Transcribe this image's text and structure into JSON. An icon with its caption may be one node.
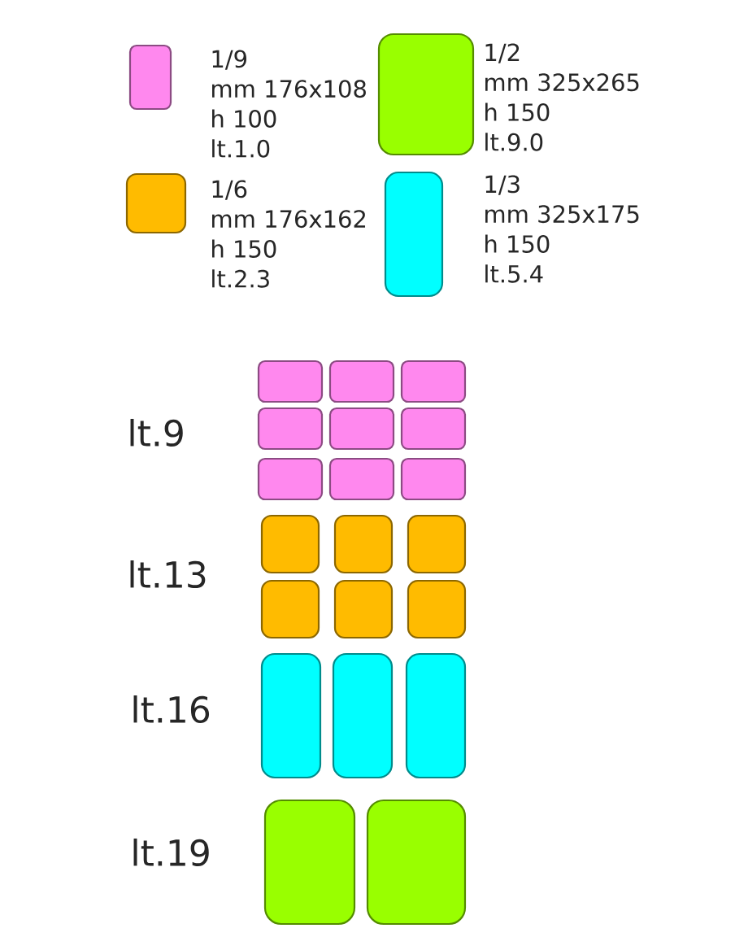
{
  "diagram": {
    "nodes": [
      {
        "text": [],
        "shape": "box"
      },
      {
        "text": [],
        "shape": "box"
      },
      {
        "text": [],
        "shape": "box"
      },
      {
        "text": [],
        "shape": "box"
      },
      {
        "text": [],
        "shape": "box"
      },
      {
        "text": [],
        "shape": "box"
      },
      {
        "text": [],
        "shape": "box"
      },
      {
        "text": [],
        "shape": "box"
      },
      {
        "text": [],
        "shape": "box"
      },
      {
        "text": [],
        "shape": "box"
      },
      {
        "text": [],
        "shape": "box"
      },
      {
        "text": [],
        "shape": "box"
      },
      {
        "text": [],
        "shape": "box"
      },
      {
        "text": [],
        "shape": "box"
      },
      {
        "text": [],
        "shape": "box"
      },
      {
        "text": [],
        "shape": "box"
      },
      {
        "text": [],
        "shape": "box"
      },
      {
        "text": [],
        "shape": "box"
      },
      {
        "text": [],
        "shape": "box"
      },
      {
        "text": [],
        "shape": "box"
      }
    ],
    "labels": [
      "lt.9",
      "lt.13",
      "lt.16",
      "lt.19"
    ],
    "legend": [
      {
        "text": "1/9 mm 176x108 h 100 lt.1.0",
        "color": "#ff88ee"
      },
      {
        "text": "1/2 mm 325x265 h 150 lt.9.0",
        "color": "#99ff00"
      },
      {
        "text": "1/6 mm 176x162 h 150 lt.2.3",
        "color": "#ffbb00"
      },
      {
        "text": "1/3 mm 325x175 h 150 lt.5.4",
        "color": "#00ffff"
      }
    ]
  }
}
